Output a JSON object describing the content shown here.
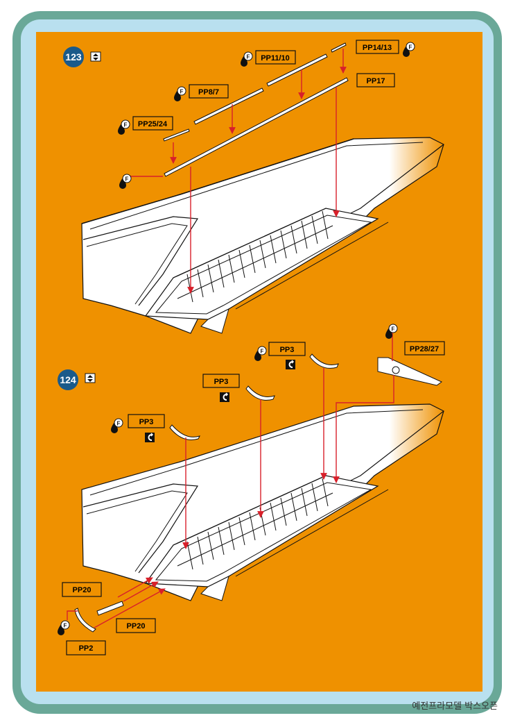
{
  "steps": {
    "s123": "123",
    "s124": "124"
  },
  "labels": {
    "pp11_10": "PP11/10",
    "pp14_13": "PP14/13",
    "pp8_7": "PP8/7",
    "pp17": "PP17",
    "pp25_24": "PP25/24",
    "pp3_a": "PP3",
    "pp3_b": "PP3",
    "pp3_c": "PP3",
    "pp28_27": "PP28/27",
    "pp20_a": "PP20",
    "pp20_b": "PP20",
    "pp2": "PP2"
  },
  "glue_marker": "F",
  "watermark": "예전프라모델 박스오픈",
  "colors": {
    "background": "#ef9100",
    "frame": "#6aa898",
    "frame_inner": "#b9e0ef",
    "step_badge": "#1a5a8a",
    "arrow": "#d8202a",
    "part_fill": "#ffffff"
  },
  "icons": {
    "view": "view-flip-icon",
    "glue": "glue-drop-icon",
    "bend": "bend-symbol-icon"
  }
}
